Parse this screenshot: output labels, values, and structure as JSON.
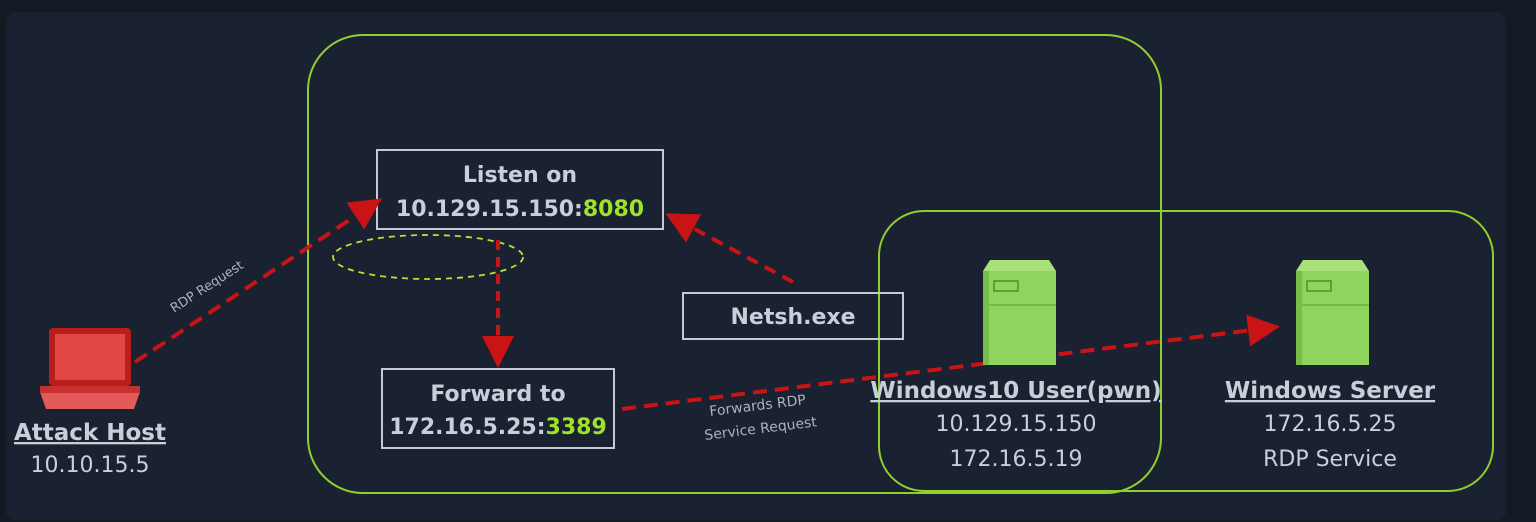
{
  "colors": {
    "background": "#141a24",
    "panel": "#1a2130",
    "zone_border": "#8fcf2f",
    "box_border": "#c3cad6",
    "arrow": "#c81414",
    "text": "#c9cfd9",
    "accent": "#9ee22b",
    "server": "#8fd45f",
    "laptop": "#d93636"
  },
  "attack_host": {
    "icon": "laptop-icon",
    "name": "Attack Host",
    "ip": "10.10.15.5"
  },
  "listen_box": {
    "line1": "Listen on",
    "ip": "10.129.15.150:",
    "port": "8080"
  },
  "forward_box": {
    "line1": "Forward to",
    "ip": "172.16.5.25:",
    "port": "3389"
  },
  "netsh_box": {
    "label": "Netsh.exe"
  },
  "windows10": {
    "icon": "server-icon",
    "name": "Windows10 User(pwn)",
    "ip1": "10.129.15.150",
    "ip2": "172.16.5.19"
  },
  "windows_server": {
    "icon": "server-icon",
    "name": "Windows Server",
    "ip": "172.16.5.25",
    "service": "RDP Service"
  },
  "arrow_labels": {
    "rdp_request": "RDP Request",
    "forwards_line1": "Forwards RDP",
    "forwards_line2": "Service Request"
  }
}
